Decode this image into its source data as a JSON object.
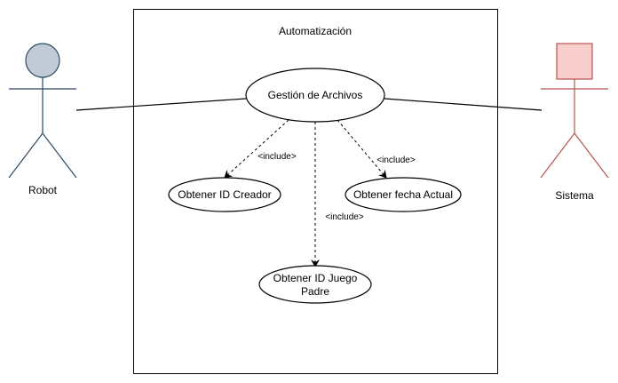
{
  "system": {
    "title": "Automatización"
  },
  "actors": {
    "robot": {
      "name": "Robot",
      "head_fill": "#c0cbd6",
      "stroke": "#2f4a63"
    },
    "sistema": {
      "name": "Sistema",
      "head_fill": "#f8cecc",
      "stroke": "#b85450"
    }
  },
  "use_cases": {
    "gestion": "Gestión de Archivos",
    "creador": "Obtener ID Creador",
    "fecha": "Obtener fecha Actual",
    "padre_line1": "Obtener ID Juego",
    "padre_line2": "Padre"
  },
  "relations": {
    "include_creador": "<include>",
    "include_fecha": "<include>",
    "include_padre": "<include>"
  }
}
